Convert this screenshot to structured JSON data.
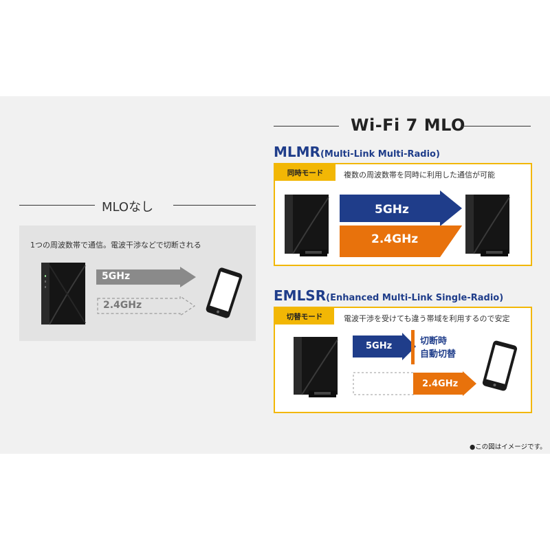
{
  "wifi7": {
    "title": "Wi-Fi 7 MLO",
    "mlmr": {
      "name": "MLMR",
      "full_name": "(Multi-Link Multi-Radio)",
      "tag": "同時モード",
      "description": "複数の周波数帯を同時に利用した通信が可能",
      "band_5": "5GHz",
      "band_24": "2.4GHz"
    },
    "emlsr": {
      "name": "EMLSR",
      "full_name": "(Enhanced Multi-Link Single-Radio)",
      "tag": "切替モード",
      "description": "電波干渉を受けても違う帯域を利用するので安定",
      "band_5": "5GHz",
      "band_24": "2.4GHz",
      "switch_line1": "切断時",
      "switch_line2": "自動切替"
    }
  },
  "no_mlo": {
    "title": "MLOなし",
    "description": "1つの周波数帯で通信。電波干渉などで切断される",
    "band_5": "5GHz",
    "band_24": "2.4GHz"
  },
  "footnote": "●この図はイメージです。",
  "colors": {
    "blue": "#1f3d8a",
    "orange": "#e8720c",
    "yellow": "#f2b705",
    "gray_arrow": "#8a8a8a",
    "panel_bg": "#f1f1f1"
  }
}
